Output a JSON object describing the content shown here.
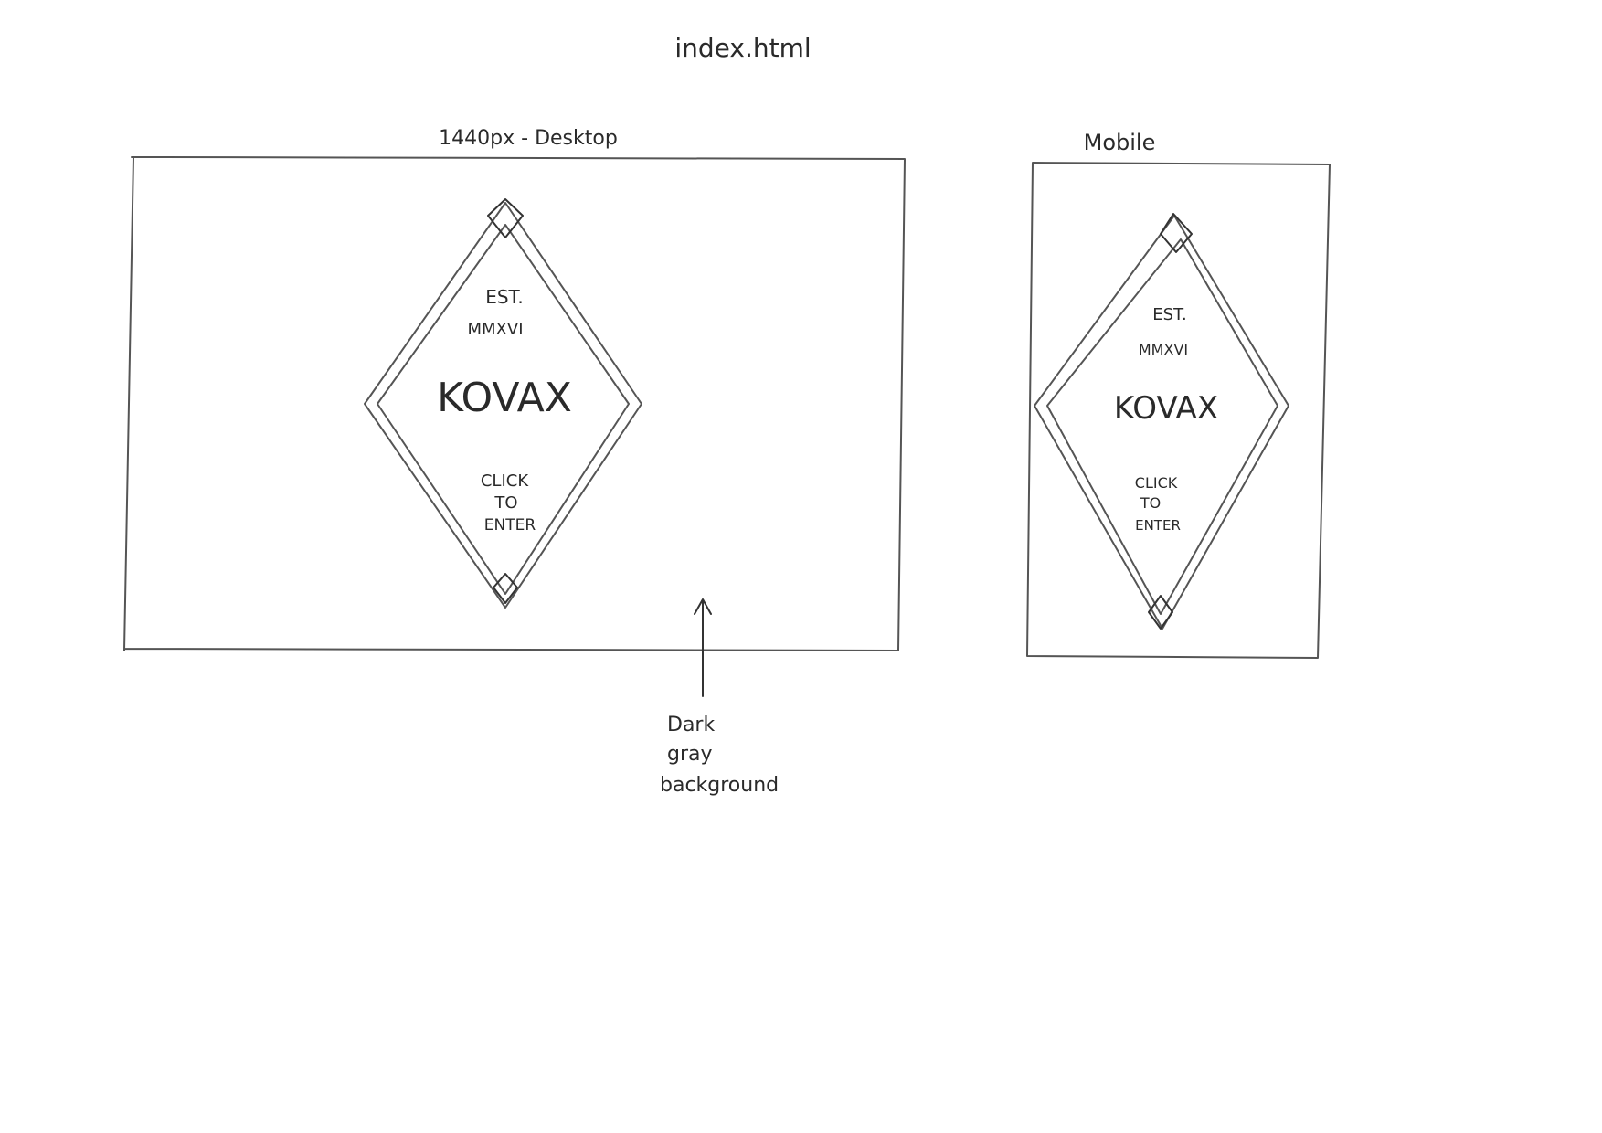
{
  "page_title": "index.html",
  "desktop": {
    "label": "1440px - Desktop",
    "badge": {
      "line1": "EST.",
      "line2": "MMXVI",
      "brand": "KOVAX",
      "cta_line1": "CLICK",
      "cta_line2": "TO",
      "cta_line3": "ENTER"
    }
  },
  "mobile": {
    "label": "Mobile",
    "badge": {
      "line1": "EST.",
      "line2": "MMXVI",
      "brand": "KOVAX",
      "cta_line1": "CLICK",
      "cta_line2": "TO",
      "cta_line3": "ENTER"
    }
  },
  "annotation": {
    "line1": "Dark",
    "line2": "gray",
    "line3": "background"
  }
}
